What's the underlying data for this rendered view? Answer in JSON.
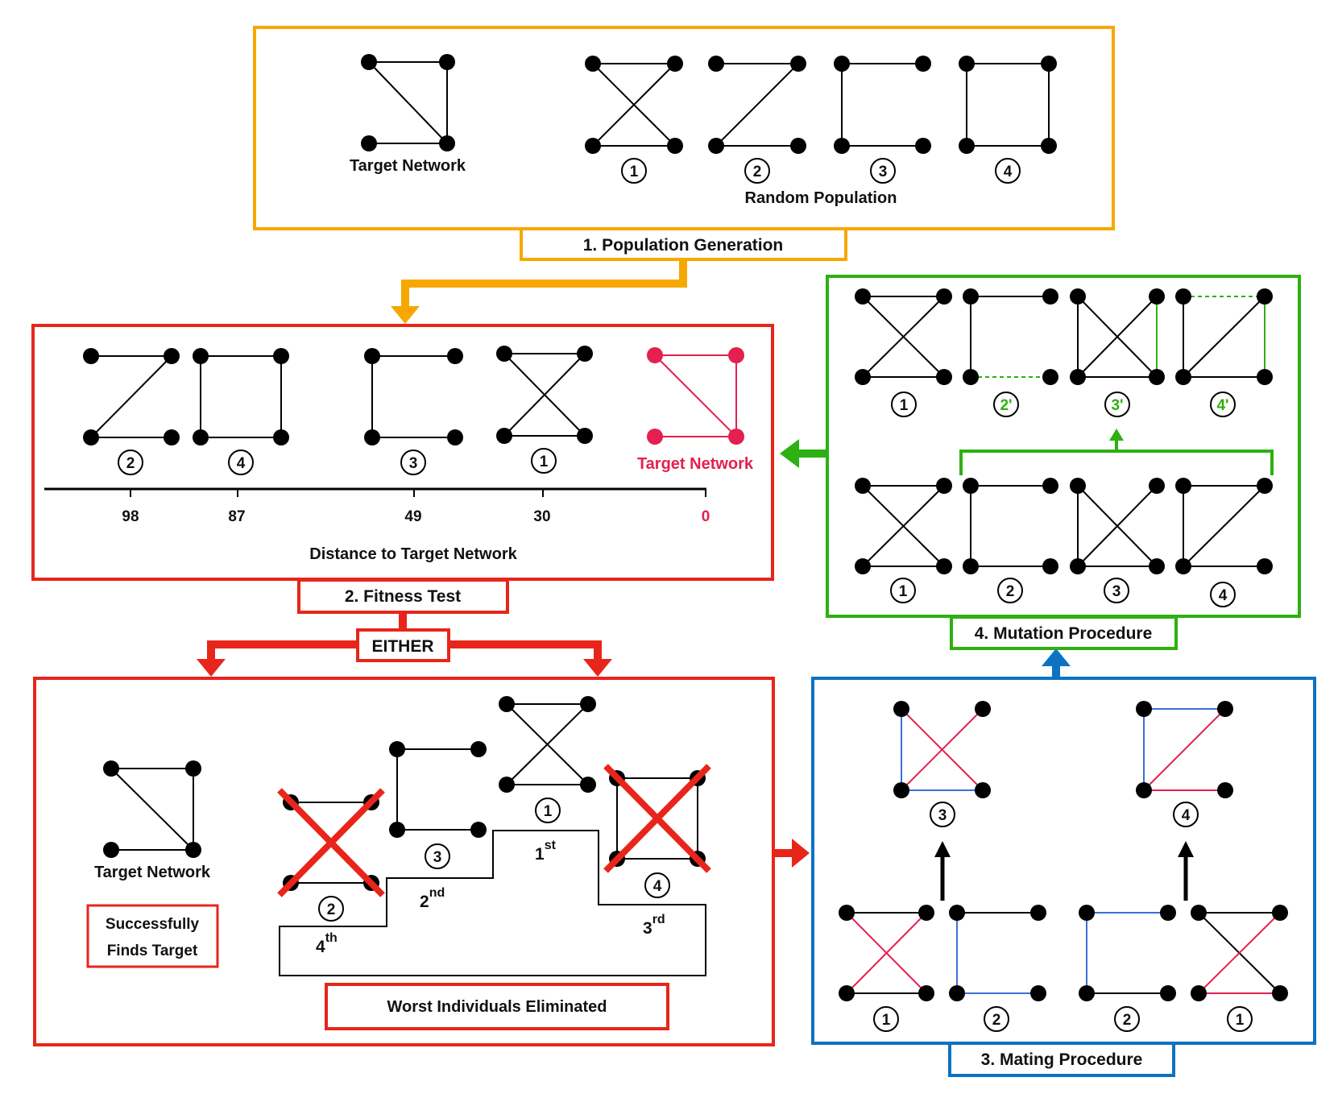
{
  "colors": {
    "orange": "#F7A800",
    "red": "#E8251A",
    "green": "#2DB011",
    "blue": "#0B73C2",
    "pink": "#E3204F",
    "edge_blue": "#3D6FD6",
    "black": "#000000"
  },
  "stage1": {
    "title": "1. Population Generation",
    "target_label": "Target Network",
    "population_label": "Random Population",
    "ids": [
      "1",
      "2",
      "3",
      "4"
    ]
  },
  "stage2": {
    "title": "2. Fitness Test",
    "axis_title": "Distance to Target Network",
    "target_label": "Target Network",
    "ranking": [
      {
        "id": "2",
        "distance": "98"
      },
      {
        "id": "4",
        "distance": "87"
      },
      {
        "id": "3",
        "distance": "49"
      },
      {
        "id": "1",
        "distance": "30"
      },
      {
        "id": "Target Network",
        "distance": "0"
      }
    ]
  },
  "either_label": "EITHER",
  "outcome": {
    "target_label": "Target Network",
    "success_line1": "Successfully",
    "success_line2": "Finds Target",
    "eliminated_label": "Worst Individuals Eliminated",
    "podium": [
      {
        "id": "2",
        "rank": "4",
        "suffix": "th",
        "eliminated": true
      },
      {
        "id": "3",
        "rank": "2",
        "suffix": "nd",
        "eliminated": false
      },
      {
        "id": "1",
        "rank": "1",
        "suffix": "st",
        "eliminated": false
      },
      {
        "id": "4",
        "rank": "3",
        "suffix": "rd",
        "eliminated": true
      }
    ]
  },
  "stage3": {
    "title": "3. Mating Procedure",
    "offspring": [
      "3",
      "4"
    ],
    "parents": [
      "1",
      "2",
      "2",
      "1"
    ]
  },
  "stage4": {
    "title": "4. Mutation Procedure",
    "mutated": [
      "1",
      "2'",
      "3'",
      "4'"
    ],
    "originals": [
      "1",
      "2",
      "3",
      "4"
    ]
  }
}
